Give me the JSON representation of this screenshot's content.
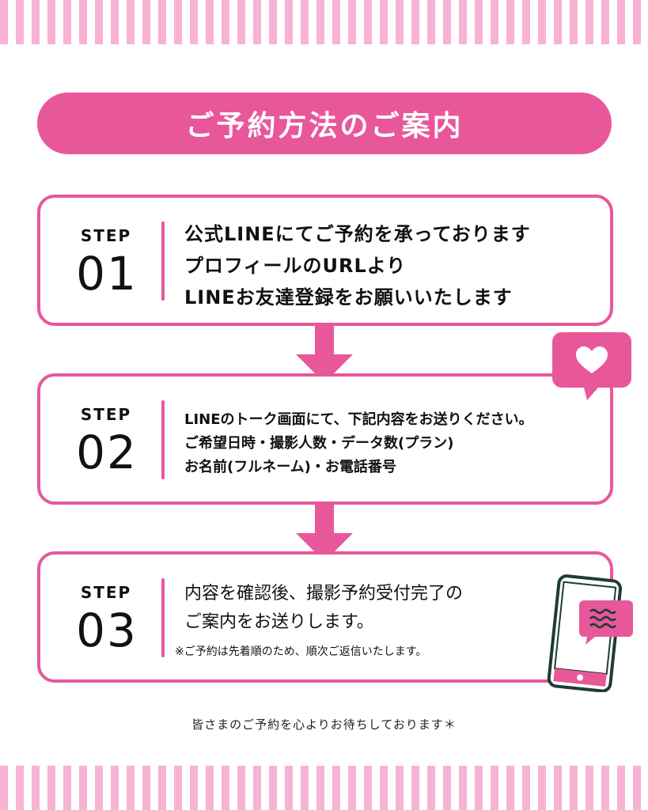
{
  "header": {
    "title": "ご予約方法のご案内"
  },
  "steps": [
    {
      "label": "STEP",
      "number": "01",
      "lines": [
        "公式LINEにてご予約を承っております",
        "プロフィールのURLより",
        "LINEお友達登録をお願いいたします"
      ]
    },
    {
      "label": "STEP",
      "number": "02",
      "lines": [
        "LINEのトーク画面にて、下記内容をお送りください。",
        "ご希望日時・撮影人数・データ数(プラン)",
        "お名前(フルネーム)・お電話番号"
      ]
    },
    {
      "label": "STEP",
      "number": "03",
      "lines": [
        "内容を確認後、撮影予約受付完了の",
        "ご案内をお送りします。"
      ],
      "note": "※ご予約は先着順のため、順次ご返信いたします。"
    }
  ],
  "footer": {
    "text": "皆さまのご予約を心よりお待ちしております＊"
  },
  "colors": {
    "accent": "#e85799",
    "stripe": "#f7b3d3",
    "phone_frame": "#1f3b36"
  }
}
